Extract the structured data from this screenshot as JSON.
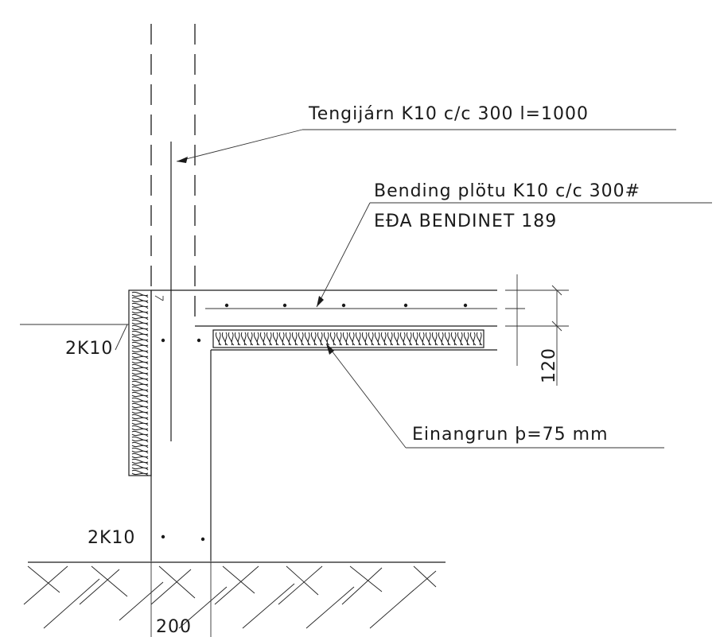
{
  "labels": {
    "dowel_note": "Tengijárn K10 c/c 300 l=1000",
    "slab_rebar_line1": "Bending plötu K10 c/c 300#",
    "slab_rebar_line2": "EÐA BENDINET 189",
    "insulation_note": "Einangrun þ=75 mm",
    "wall_rebar_upper": "2K10",
    "wall_rebar_lower": "2K10",
    "slab_thickness_dim": "120",
    "wall_width_dim": "200"
  }
}
